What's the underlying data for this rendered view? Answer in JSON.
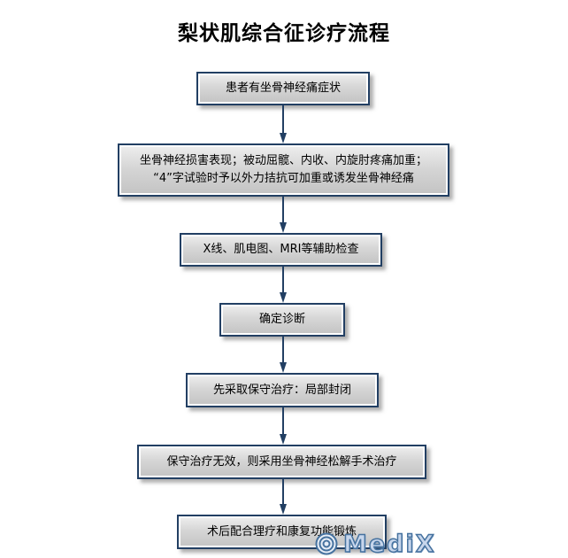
{
  "title": "梨状肌综合征诊疗流程",
  "flowchart": {
    "boxes": [
      {
        "id": "symptom",
        "text": "患者有坐骨神经痛症状"
      },
      {
        "id": "signs",
        "text": "坐骨神经损害表现；被动屈髋、内收、内旋肘疼痛加重；\n“4”字试验时予以外力拮抗可加重或诱发坐骨神经痛"
      },
      {
        "id": "exams",
        "text": "X线、肌电图、MRI等辅助检查"
      },
      {
        "id": "diagnosis",
        "text": "确定诊断"
      },
      {
        "id": "conservative",
        "text": "先采取保守治疗：局部封闭"
      },
      {
        "id": "surgery",
        "text": "保守治疗无效，则采用坐骨神经松解手术治疗"
      },
      {
        "id": "rehab",
        "text": "术后配合理疗和康复功能锻炼"
      }
    ]
  },
  "watermark": {
    "brand": "MediX",
    "symbol": "@"
  },
  "colors": {
    "box_border": "#223f63",
    "arrow": "#223f63",
    "box_fill_top": "#efefef",
    "box_fill_bottom": "#c3c3c3",
    "watermark_fill": "#c7d6ec",
    "watermark_stroke": "#46729f"
  }
}
